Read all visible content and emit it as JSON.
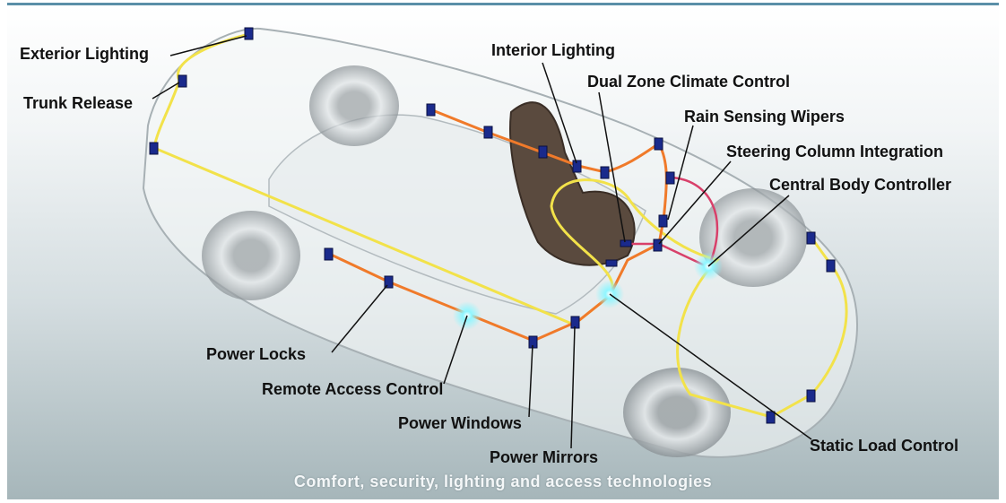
{
  "labels": {
    "exterior_lighting": "Exterior Lighting",
    "trunk_release": "Trunk Release",
    "interior_lighting": "Interior Lighting",
    "dual_zone_climate": "Dual Zone Climate Control",
    "rain_sensing_wipers": "Rain Sensing Wipers",
    "steering_column": "Steering Column Integration",
    "central_body": "Central Body Controller",
    "power_locks": "Power Locks",
    "remote_access": "Remote Access Control",
    "power_windows": "Power Windows",
    "power_mirrors": "Power Mirrors",
    "static_load": "Static Load Control"
  },
  "caption": "Comfort, security, lighting and access technologies",
  "colors": {
    "yellow_wire": "#f2e24a",
    "orange_wire": "#f07a2a",
    "pink_wire": "#d8406a",
    "module": "#1a2a8c",
    "glow": "#7ff4ff"
  }
}
